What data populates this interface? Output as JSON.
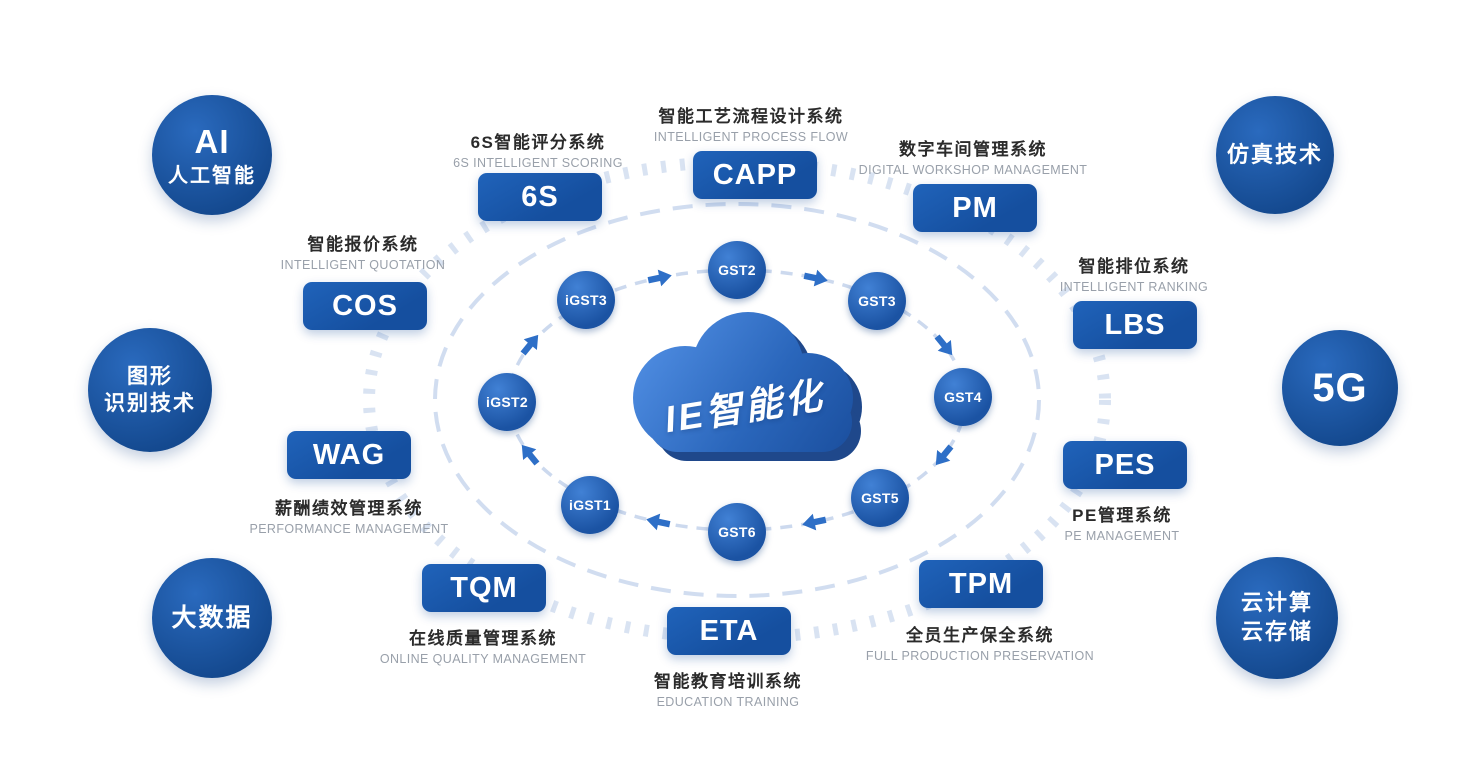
{
  "center": {
    "label": "IE智能化"
  },
  "flow_nodes": {
    "gst2": "GST2",
    "gst3": "GST3",
    "gst4": "GST4",
    "gst5": "GST5",
    "gst6": "GST6",
    "igst1": "iGST1",
    "igst2": "iGST2",
    "igst3": "iGST3"
  },
  "systems": {
    "s6s": {
      "abbr": "6S",
      "zh": "6S智能评分系统",
      "en": "6S INTELLIGENT SCORING"
    },
    "capp": {
      "abbr": "CAPP",
      "zh": "智能工艺流程设计系统",
      "en": "INTELLIGENT PROCESS FLOW"
    },
    "pm": {
      "abbr": "PM",
      "zh": "数字车间管理系统",
      "en": "DIGITAL WORKSHOP MANAGEMENT"
    },
    "cos": {
      "abbr": "COS",
      "zh": "智能报价系统",
      "en": "INTELLIGENT QUOTATION"
    },
    "lbs": {
      "abbr": "LBS",
      "zh": "智能排位系统",
      "en": "INTELLIGENT RANKING"
    },
    "wag": {
      "abbr": "WAG",
      "zh": "薪酬绩效管理系统",
      "en": "PERFORMANCE MANAGEMENT"
    },
    "pes": {
      "abbr": "PES",
      "zh": "PE管理系统",
      "en": "PE MANAGEMENT"
    },
    "tqm": {
      "abbr": "TQM",
      "zh": "在线质量管理系统",
      "en": "ONLINE QUALITY MANAGEMENT"
    },
    "eta": {
      "abbr": "ETA",
      "zh": "智能教育培训系统",
      "en": "EDUCATION TRAINING"
    },
    "tpm": {
      "abbr": "TPM",
      "zh": "全员生产保全系统",
      "en": "FULL PRODUCTION PRESERVATION"
    }
  },
  "technologies": {
    "ai": {
      "line1": "AI",
      "line2": "人工智能"
    },
    "sim": {
      "line1": "仿真技术"
    },
    "vision": {
      "line1": "图形",
      "line2": "识别技术"
    },
    "g5": {
      "line1": "5G"
    },
    "bigdata": {
      "line1": "大数据"
    },
    "cloud": {
      "line1": "云计算",
      "line2": "云存储"
    }
  },
  "colors": {
    "primary_blue": "#15509f",
    "badge_gradient_top": "#2063ba",
    "ring_light_blue": "#ccd9ee",
    "arrow_blue": "#2e6fc7",
    "label_dark": "#2b2b2b",
    "label_gray": "#99a0aa",
    "cloud_dark": "#143f85",
    "white": "#ffffff"
  }
}
